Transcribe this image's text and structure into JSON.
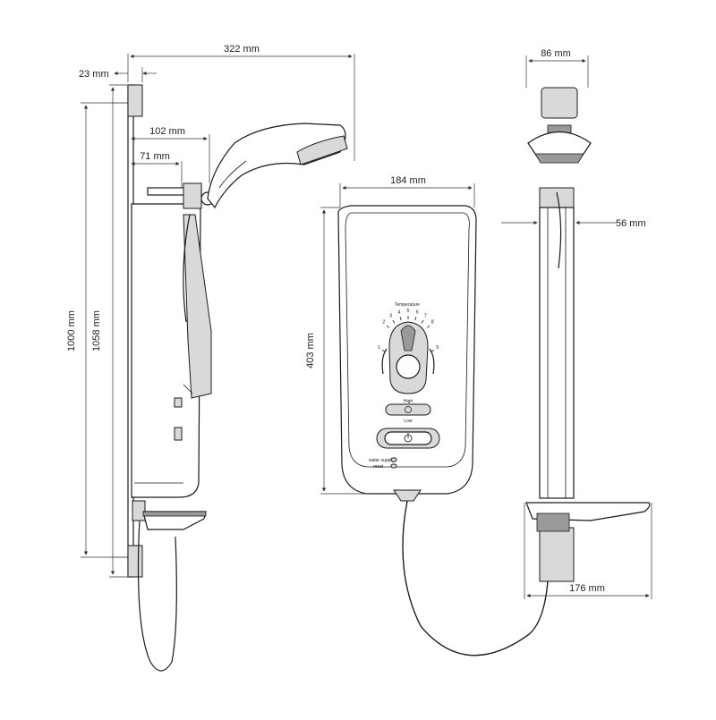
{
  "dimensions": {
    "side_total_width": "322 mm",
    "side_bracket_depth": "23 mm",
    "side_head_offset": "102 mm",
    "side_holder_offset": "71 mm",
    "side_height_1000": "1000 mm",
    "side_height_1058": "1058 mm",
    "front_width": "184 mm",
    "front_height": "403 mm",
    "riser_head_width": "86 mm",
    "riser_rail_offset": "56 mm",
    "riser_dish_width": "176 mm"
  },
  "panel": {
    "temperature_label": "Temperature",
    "dial_numbers": [
      "1",
      "2",
      "3",
      "4",
      "5",
      "6",
      "7",
      "8",
      "9"
    ],
    "high_label": "High",
    "low_label": "Low",
    "water_supply_label": "water supply",
    "reset_label": "reset"
  },
  "colors": {
    "line": "#1a1a1a",
    "panel_grey": "#d9d9d9",
    "dark_grey": "#9a9a9a"
  }
}
